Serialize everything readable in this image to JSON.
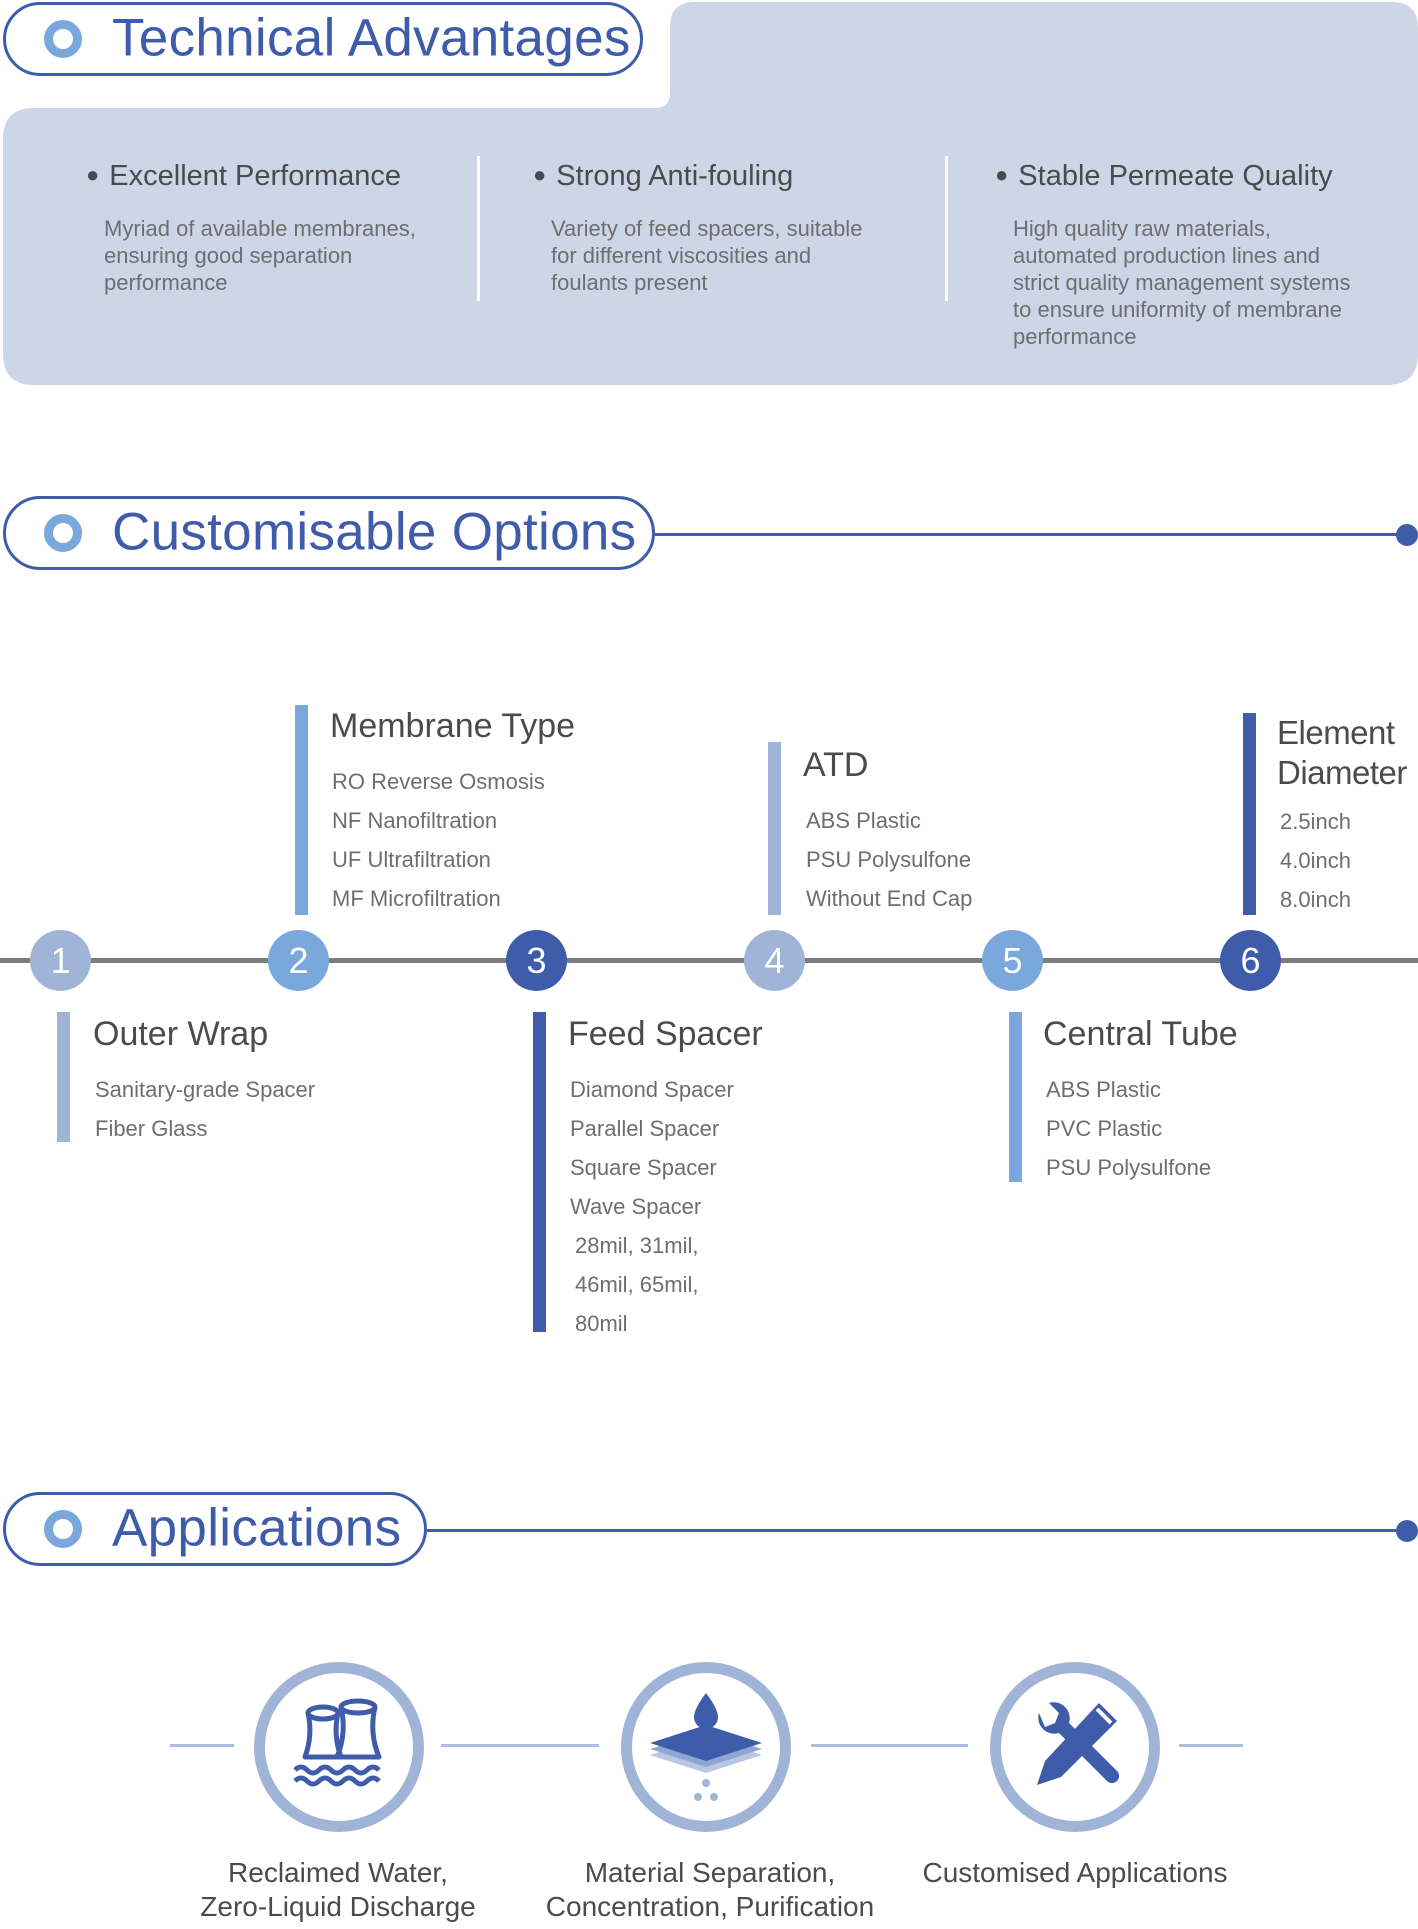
{
  "colors": {
    "primary": "#3f5cab",
    "accent": "#7aa7dc",
    "panel": "#ccd6e6",
    "timeline": "#7c7c7c",
    "node_light": "#9fb4d6",
    "node_mid": "#7aa7dc",
    "node_dark": "#3f5cab"
  },
  "technical": {
    "title": "Technical Advantages",
    "items": [
      {
        "heading": "Excellent Performance",
        "lines": [
          "Myriad of available membranes,",
          "ensuring good separation",
          "performance"
        ]
      },
      {
        "heading": "Strong Anti-fouling",
        "lines": [
          "Variety of feed spacers, suitable",
          "for different viscosities and",
          "foulants present"
        ]
      },
      {
        "heading": "Stable Permeate Quality",
        "lines": [
          "High quality raw materials,",
          "automated production lines and",
          "strict quality management systems",
          "to ensure uniformity of membrane",
          "performance"
        ]
      }
    ]
  },
  "options": {
    "title": "Customisable Options",
    "nodes": [
      "1",
      "2",
      "3",
      "4",
      "5",
      "6"
    ],
    "groups": [
      {
        "title": "Outer Wrap",
        "items": [
          "Sanitary-grade Spacer",
          "Fiber Glass"
        ]
      },
      {
        "title": "Membrane Type",
        "items": [
          "RO Reverse Osmosis",
          "NF Nanofiltration",
          "UF Ultrafiltration",
          "MF Microfiltration"
        ]
      },
      {
        "title": "Feed Spacer",
        "items": [
          "Diamond Spacer",
          "Parallel Spacer",
          "Square Spacer",
          "Wave Spacer",
          "28mil, 31mil,",
          "46mil, 65mil,",
          "80mil"
        ]
      },
      {
        "title": "ATD",
        "items": [
          "ABS Plastic",
          "PSU Polysulfone",
          "Without End Cap"
        ]
      },
      {
        "title": "Central Tube",
        "items": [
          "ABS Plastic",
          "PVC Plastic",
          "PSU Polysulfone"
        ]
      },
      {
        "title_lines": [
          "Element",
          "Diameter"
        ],
        "items": [
          "2.5inch",
          "4.0inch",
          "8.0inch"
        ]
      }
    ]
  },
  "applications": {
    "title": "Applications",
    "items": [
      {
        "icon": "cooling-tower-icon",
        "lines": [
          "Reclaimed Water,",
          "Zero-Liquid Discharge"
        ]
      },
      {
        "icon": "membrane-layers-icon",
        "lines": [
          "Material Separation,",
          "Concentration, Purification"
        ]
      },
      {
        "icon": "tools-icon",
        "lines": [
          "Customised Applications"
        ]
      }
    ]
  }
}
